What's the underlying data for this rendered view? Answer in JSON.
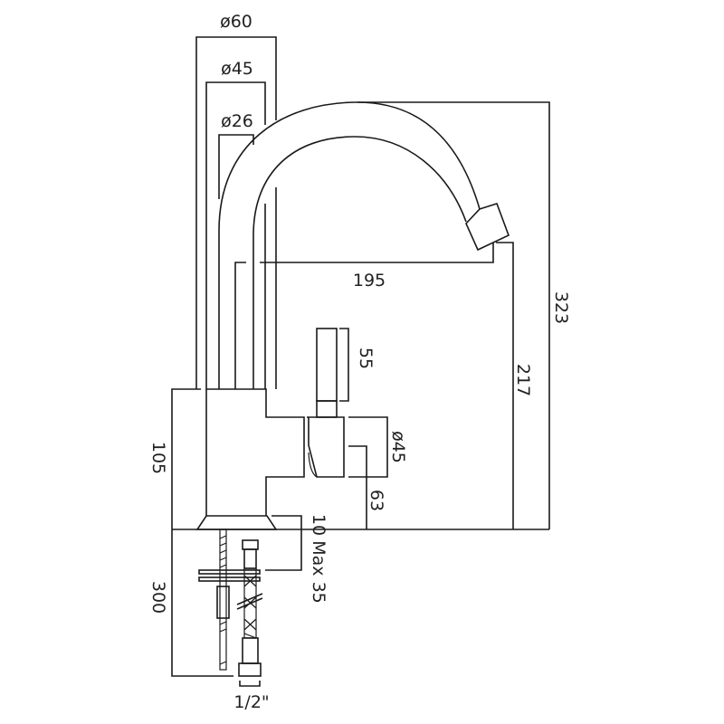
{
  "title": "Mixer tap dimension drawing",
  "dimensions": {
    "dia_60": "ø60",
    "dia_45_top": "ø45",
    "dia_26": "ø26",
    "reach": "195",
    "total_height": "323",
    "spout_height": "217",
    "lever_length": "55",
    "dia_45_lever": "ø45",
    "lever_height": "63",
    "body_height": "105",
    "flange": "10",
    "max_deck": "Max 35",
    "hose_length": "300",
    "connector": "1/2\""
  },
  "colors": {
    "line": "#1a1a1a",
    "background": "#ffffff"
  }
}
